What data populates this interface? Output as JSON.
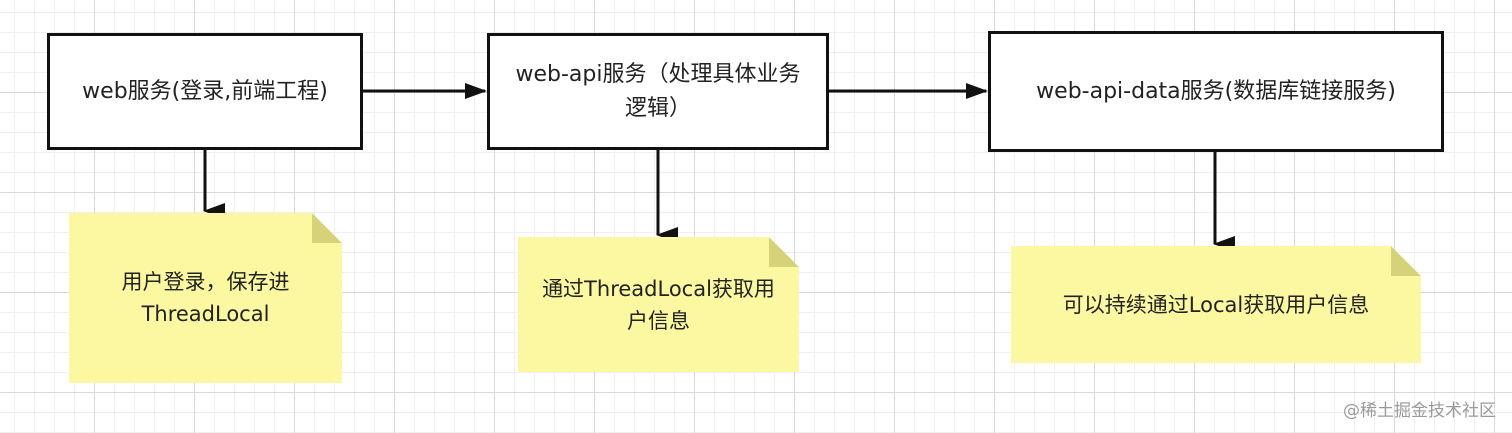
{
  "diagram": {
    "services": [
      {
        "id": "web",
        "label": "web服务(登录,前端工程)"
      },
      {
        "id": "api",
        "label": "web-api服务（处理具体业务逻辑）"
      },
      {
        "id": "api-data",
        "label": "web-api-data服务(数据库链接服务)"
      }
    ],
    "notes": [
      {
        "id": "web",
        "text": "用户登录，保存进ThreadLocal"
      },
      {
        "id": "api",
        "text": "通过ThreadLocal获取用户信息"
      },
      {
        "id": "api-data",
        "text": "可以持续通过Local获取用户信息"
      }
    ],
    "colors": {
      "note_fill": "#fcf8a2",
      "note_fold": "#d5d27a",
      "border": "#111111",
      "grid_major": "#d9d9d9",
      "grid_minor": "#efefef"
    }
  },
  "watermark": "@稀土掘金技术社区"
}
